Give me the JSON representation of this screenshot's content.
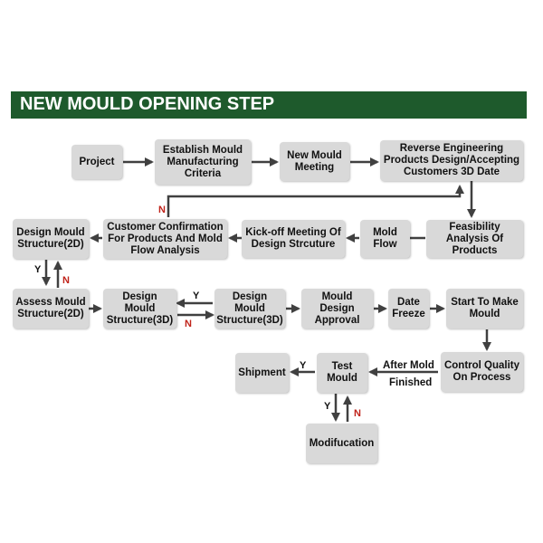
{
  "title": "NEW MOULD OPENING STEP",
  "colors": {
    "banner": "#1e5a2c",
    "node": "#d9d9d9",
    "arrow": "#404040",
    "no_label": "#c0231a"
  },
  "nodes": {
    "project": "Project",
    "establish": "Establish Mould Manufacturing Criteria",
    "meeting": "New Mould Meeting",
    "reverse": "Reverse Engineering Products Design/Accepting Customers 3D Date",
    "feasibility": "Feasibility Analysis Of Products",
    "mold_flow": "Mold Flow",
    "kickoff": "Kick-off Meeting Of Design Strcuture",
    "customer_confirm": "Customer Confirmation For Products And Mold Flow Analysis",
    "design2d": "Design Mould Structure(2D)",
    "assess2d": "Assess Mould Structure(2D)",
    "design3d_a": "Design Mould Structure(3D)",
    "design3d_b": "Design Mould Structure(3D)",
    "approval": "Mould Design Approval",
    "freeze": "Date Freeze",
    "start_make": "Start To Make Mould",
    "quality": "Control Quality On Process",
    "test": "Test Mould",
    "shipment": "Shipment",
    "modification": "Modifucation"
  },
  "labels": {
    "n_top": "N",
    "y_2d": "Y",
    "n_2d": "N",
    "y_3d": "Y",
    "n_3d": "N",
    "y_ship": "Y",
    "y_mod": "Y",
    "n_mod": "N",
    "after_mold": "After Mold",
    "finished": "Finished"
  }
}
